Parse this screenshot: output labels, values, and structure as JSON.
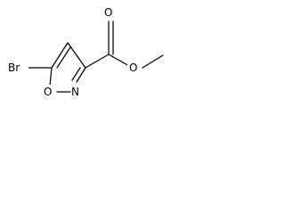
{
  "molecule": {
    "atoms": {
      "br": "Br",
      "o_ring": "O",
      "n_ring": "N",
      "o_carbonyl": "O",
      "o_ester": "O"
    }
  }
}
